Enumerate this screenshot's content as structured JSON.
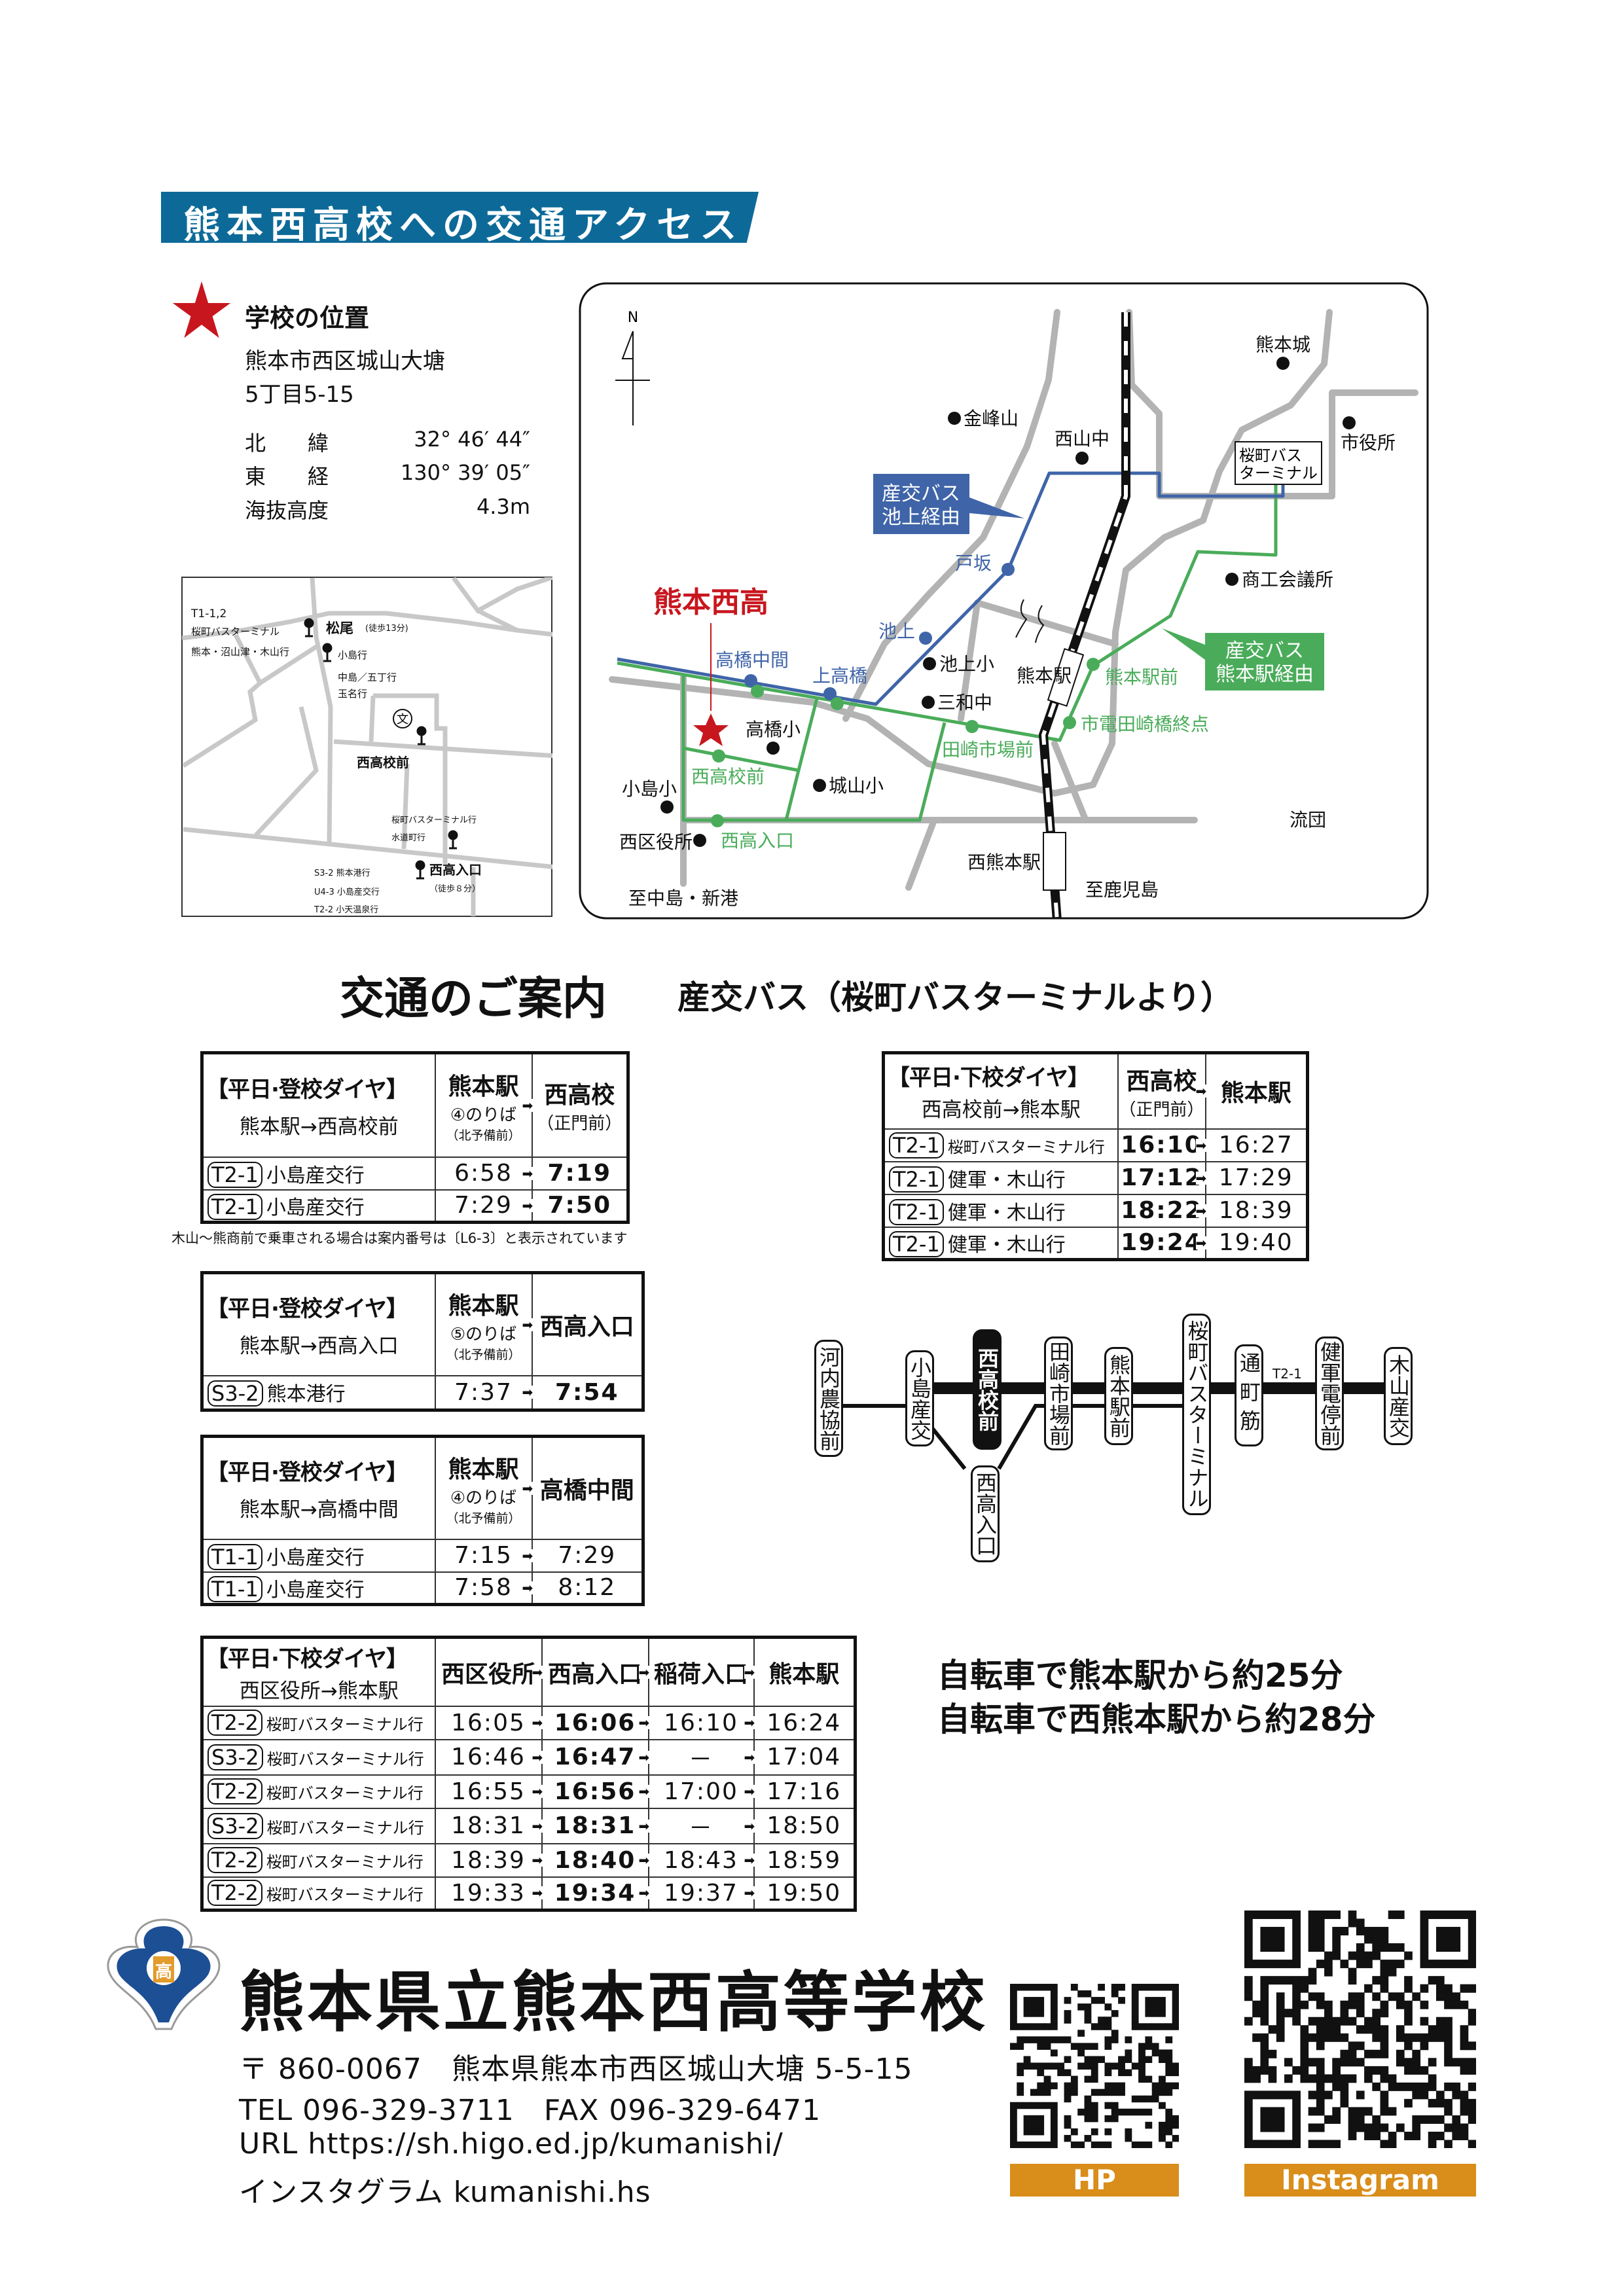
{
  "header": {
    "title": "熊本西高校への交通アクセス"
  },
  "location": {
    "heading": "学校の位置",
    "address_line1": "熊本市西区城山大塘",
    "address_line2": "5丁目5-15",
    "latitude_label": "北　　緯",
    "latitude": "32°  46′  44″",
    "longitude_label": "東　　経",
    "longitude": "130°  39′  05″",
    "altitude_label": "海抜高度",
    "altitude": "4.3m"
  },
  "local_map": {
    "matsuo_routes_code": "T1-1,2",
    "matsuo_routes_dest1": "桜町バスターミナル",
    "matsuo_routes_dest2": "熊本・沼山津・木山行",
    "matsuo_stop": "松尾",
    "matsuo_walk": "(徒歩13分)",
    "kojima_dest1": "小島行",
    "kojima_dest2": "中島／五丁行",
    "kojima_dest3": "玉名行",
    "school_mark": "文",
    "nishikou_mae": "西高校前",
    "entrance_dest1": "桜町バスターミナル行",
    "entrance_dest2": "水道町行",
    "entrance_stop": "西高入口",
    "entrance_walk": "（徒歩８分）",
    "entrance_route1": "S3-2 熊本港行",
    "entrance_route2": "U4-3 小島産交行",
    "entrance_route3": "T2-2 小天温泉行"
  },
  "area_map": {
    "north": "N",
    "school": "熊本西高",
    "landmarks": [
      "金峰山",
      "西山中",
      "熊本城",
      "市役所",
      "商工会議所",
      "池上小",
      "三和中",
      "熊本駅",
      "高橋小",
      "城山小",
      "小島小",
      "西区役所",
      "至中島・新港",
      "西熊本駅",
      "至鹿児島",
      "流団"
    ],
    "terminal": [
      "桜町バス",
      "ターミナル"
    ],
    "blue_route": {
      "label": [
        "産交バス",
        "池上経由"
      ],
      "stops": [
        "高橋中間",
        "上高橋",
        "池上",
        "戸坂"
      ],
      "color": "#3f64a8"
    },
    "green_route": {
      "label": [
        "産交バス",
        "熊本駅経由"
      ],
      "stops": [
        "熊本駅前",
        "市電田崎橋終点",
        "田崎市場前",
        "西高校前",
        "西高入口"
      ],
      "color": "#4aac5a"
    },
    "school_color": "#c8161e"
  },
  "guide": {
    "title": "交通のご案内",
    "subtitle": "産交バス（桜町バスターミナルより）"
  },
  "timetables": [
    {
      "title": "【平日·登校ダイヤ】",
      "subtitle": "熊本駅→西高校前",
      "columns": [
        {
          "name": "熊本駅",
          "sub": "④のりば",
          "sub2": "（北予備前）"
        },
        {
          "name": "西高校",
          "sub": "（正門前）"
        }
      ],
      "rows": [
        {
          "route": "T2-1",
          "dest": "小島産交行",
          "times": [
            "6:58",
            "7:19"
          ]
        },
        {
          "route": "T2-1",
          "dest": "小島産交行",
          "times": [
            "7:29",
            "7:50"
          ]
        }
      ]
    },
    {
      "title": "【平日·下校ダイヤ】",
      "subtitle": "西高校前→熊本駅",
      "columns": [
        {
          "name": "西高校",
          "sub": "（正門前）"
        },
        {
          "name": "熊本駅"
        }
      ],
      "rows": [
        {
          "route": "T2-1",
          "dest": "桜町バスターミナル行",
          "times": [
            "16:10",
            "16:27"
          ]
        },
        {
          "route": "T2-1",
          "dest": "健軍・木山行",
          "times": [
            "17:12",
            "17:29"
          ]
        },
        {
          "route": "T2-1",
          "dest": "健軍・木山行",
          "times": [
            "18:22",
            "18:39"
          ]
        },
        {
          "route": "T2-1",
          "dest": "健軍・木山行",
          "times": [
            "19:24",
            "19:40"
          ]
        }
      ]
    },
    {
      "title": "【平日·登校ダイヤ】",
      "subtitle": "熊本駅→西高入口",
      "columns": [
        {
          "name": "熊本駅",
          "sub": "⑤のりば",
          "sub2": "（北予備前）"
        },
        {
          "name": "西高入口"
        }
      ],
      "rows": [
        {
          "route": "S3-2",
          "dest": "熊本港行",
          "times": [
            "7:37",
            "7:54"
          ]
        }
      ]
    },
    {
      "title": "【平日·登校ダイヤ】",
      "subtitle": "熊本駅→高橋中間",
      "columns": [
        {
          "name": "熊本駅",
          "sub": "④のりば",
          "sub2": "（北予備前）"
        },
        {
          "name": "高橋中間"
        }
      ],
      "rows": [
        {
          "route": "T1-1",
          "dest": "小島産交行",
          "times": [
            "7:15",
            "7:29"
          ]
        },
        {
          "route": "T1-1",
          "dest": "小島産交行",
          "times": [
            "7:58",
            "8:12"
          ]
        }
      ]
    },
    {
      "title": "【平日·下校ダイヤ】",
      "subtitle": "西区役所→熊本駅",
      "columns": [
        {
          "name": "西区役所"
        },
        {
          "name": "西高入口"
        },
        {
          "name": "稲荷入口"
        },
        {
          "name": "熊本駅"
        }
      ],
      "rows": [
        {
          "route": "T2-2",
          "dest": "桜町バスターミナル行",
          "times": [
            "16:05",
            "16:06",
            "16:10",
            "16:24"
          ]
        },
        {
          "route": "S3-2",
          "dest": "桜町バスターミナル行",
          "times": [
            "16:46",
            "16:47",
            "－",
            "17:04"
          ]
        },
        {
          "route": "T2-2",
          "dest": "桜町バスターミナル行",
          "times": [
            "16:55",
            "16:56",
            "17:00",
            "17:16"
          ]
        },
        {
          "route": "S3-2",
          "dest": "桜町バスターミナル行",
          "times": [
            "18:31",
            "18:31",
            "－",
            "18:50"
          ]
        },
        {
          "route": "T2-2",
          "dest": "桜町バスターミナル行",
          "times": [
            "18:39",
            "18:40",
            "18:43",
            "18:59"
          ]
        },
        {
          "route": "T2-2",
          "dest": "桜町バスターミナル行",
          "times": [
            "19:33",
            "19:34",
            "19:37",
            "19:50"
          ]
        }
      ]
    }
  ],
  "note": "木山～熊商前で乗車される場合は案内番号は〔L6-3〕と表示されています",
  "route_diagram": {
    "route_label": "T2-1",
    "stops": [
      "河内農協前",
      "小島産交",
      "西高校前",
      "西高入口",
      "田崎市場前",
      "熊本駅前",
      "桜町バスターミナル",
      "通町筋",
      "健軍電停前",
      "木山産交"
    ]
  },
  "bicycle": [
    "自転車で熊本駅から約25分",
    "自転車で西熊本駅から約28分"
  ],
  "school": {
    "emblem_text": "高",
    "name": "熊本県立熊本西高等学校",
    "postal": "〒 860-0067　熊本県熊本市西区城山大塘 5-5-15",
    "tel_fax": "TEL  096-329-3711　FAX  096-329-6471",
    "url": "URL  https://sh.higo.ed.jp/kumanishi/",
    "instagram": "インスタグラム  kumanishi.hs"
  },
  "qr": {
    "hp_label": "HP",
    "instagram_label": "Instagram",
    "label_color": "#d98d1a"
  }
}
